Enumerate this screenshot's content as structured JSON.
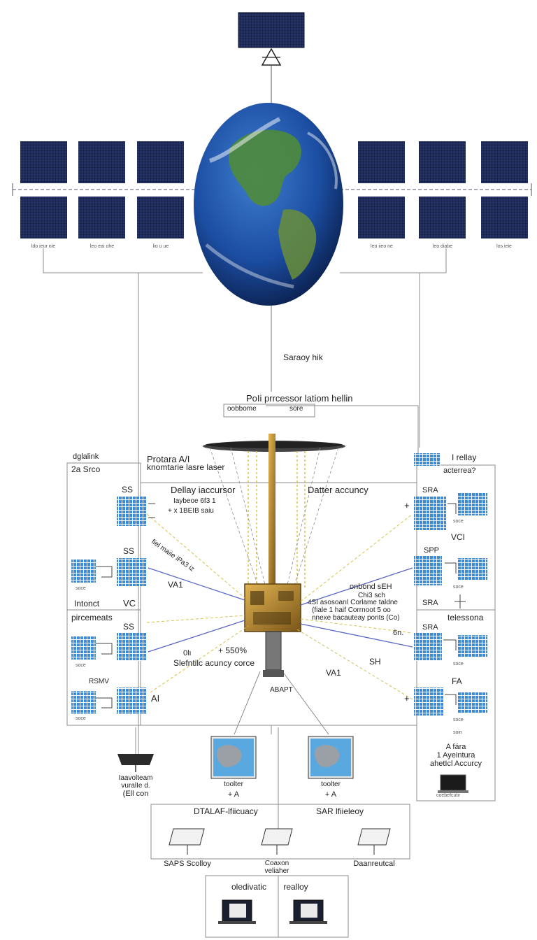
{
  "diagram": {
    "top_labels": {
      "link": "Saraoy hik",
      "processor": "PoIi prrcessor latiom hellin",
      "sub_left": "oobbome",
      "sub_right": "sore",
      "array_tiny": [
        "ldo ieur nie",
        "leo eai ohe",
        "lio u ue",
        "leo iieo ne",
        "leo diabe",
        "los ieie"
      ]
    },
    "left_panel": {
      "header_1": "dglalink",
      "header_2": "2a Srco",
      "platform_1": "Protara A/I",
      "platform_2": "knomtarie lasre laser",
      "delay": "Dellay iaccursor",
      "delay_sub_1": "Iaybeoe 6f3 1",
      "delay_sub_2": "+ x 1BEIB saiu",
      "ss_1": "SS",
      "ss_2": "SS",
      "ss_3": "SS",
      "vc": "VC",
      "va": "VA1",
      "arrow_text": "fiel maiie iPa3 iz",
      "intonct": "Intonct",
      "pircemeats": "pircemeats",
      "rsmv": "RSMV",
      "ai": "AI",
      "small_1": "soce",
      "small_2": "soce",
      "small_3": "soce"
    },
    "center": {
      "pct": "+ 550%",
      "os": "0lı",
      "scientific": "Slefntilc acuncy corce",
      "abap": "ABAPT",
      "datter": "Datter accuncy",
      "orbond": "onbond sEH",
      "chi": "Chi3 sch",
      "dense_1": "4SI asosoarıl Corlame taldne",
      "dense_2": "(fiale 1 haif  Corrnoot 5 oo",
      "dense_3": "nnexe bacauteay ponts (Co)",
      "sh": "SH",
      "ok": "6n.",
      "va": "VA1"
    },
    "right_panel": {
      "relay": "I rellay",
      "acterea": "acterrea?",
      "sra_1": "SRA",
      "sra_2": "SRA",
      "sra_3": "SRA",
      "spp": "SPP",
      "vci": "VCI",
      "fa": "FA",
      "telessona": "telessona",
      "small_1": "soce",
      "small_2": "soce",
      "small_3": "soce",
      "small_4": "soce",
      "small_5": "soin",
      "afara_1": "A fára",
      "afara_2": "1 Ayeintura",
      "afara_3": "ahetIcl Accurcy",
      "bottom": "coebefcutir"
    },
    "lower": {
      "left_dish_1": "Iaavolteam",
      "left_dish_2": "vuralIe d.",
      "left_dish_3": "(Ell con",
      "monitor_left": "toolter",
      "monitor_right": "toolter",
      "monitor_left_sub": "+  A",
      "monitor_right_sub": "+  A",
      "box_left": "DTALAF-lfiicuacy",
      "box_right": "SAR lfiieleoy",
      "dev_1": "SAPS Scolloy",
      "dev_2_a": "Coaxon",
      "dev_2_b": "veliaher",
      "dev_3": "Daanreutcal",
      "bottom_left": "oledivatic",
      "bottom_right": "realloy"
    }
  },
  "colors": {
    "panel_dark": "#17203f",
    "panel_blue": "#3a85d2",
    "line_gray": "#8c8c8c",
    "dash_yellow": "#d7c34a",
    "satellite_gold": "#b98a2e",
    "ocean": "#1c4ea3"
  }
}
